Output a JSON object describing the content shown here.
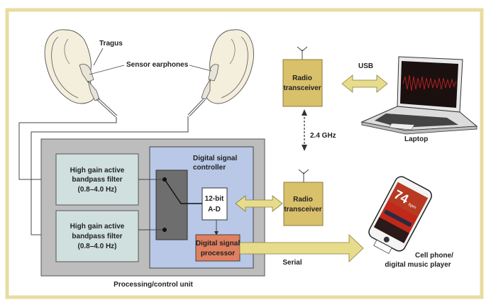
{
  "diagram": {
    "colors": {
      "frame": "#e8dca0",
      "processing_unit": "#bdbdbd",
      "filter": "#cfe0de",
      "dsc": "#b8c8e6",
      "switch": "#6e6e6e",
      "adc": "#ffffff",
      "dsp": "#e08060",
      "radio": "#d9c06a",
      "arrow": "#e6dc8c",
      "ear": "#f4eedc"
    },
    "labels": {
      "tragus": "Tragus",
      "sensor_earphones": "Sensor earphones",
      "filter1_line1": "High gain active",
      "filter1_line2": "bandpass filter",
      "filter1_line3": "(0.8–4.0 Hz)",
      "filter2_line1": "High gain active",
      "filter2_line2": "bandpass filter",
      "filter2_line3": "(0.8–4.0 Hz)",
      "dsc_line1": "Digital signal",
      "dsc_line2": "controller",
      "adc_line1": "12-bit",
      "adc_line2": "A-D",
      "dsp_line1": "Digital signal",
      "dsp_line2": "processor",
      "processing_unit": "Processing/control unit",
      "radio_top_line1": "Radio",
      "radio_top_line2": "transceiver",
      "radio_bottom_line1": "Radio",
      "radio_bottom_line2": "transceiver",
      "usb": "USB",
      "wireless": "2.4 GHz",
      "laptop": "Laptop",
      "serial": "Serial",
      "phone_line1": "Cell phone/",
      "phone_line2": "digital music player",
      "phone_bpm_value": "74",
      "phone_bpm_unit": "bpm"
    }
  }
}
